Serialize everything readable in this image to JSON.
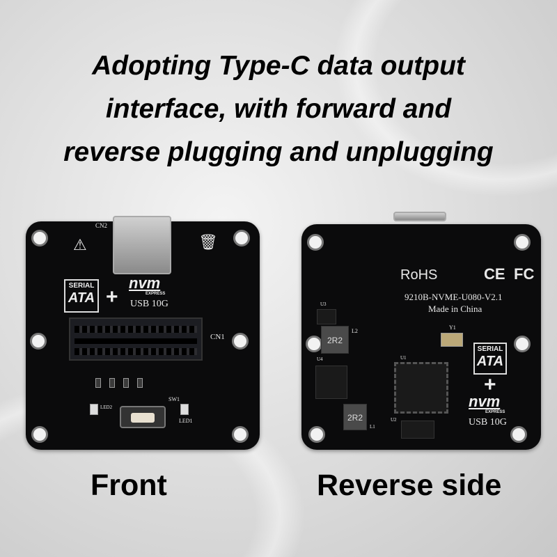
{
  "headline": {
    "lines": [
      "Adopting Type-C data output",
      "interface, with forward and",
      "reverse plugging and unplugging"
    ]
  },
  "front": {
    "caption": "Front",
    "labels": {
      "cn2": "CN2",
      "cn1": "CN1",
      "sw1": "SW1",
      "led1": "LED1",
      "led2": "LED2",
      "sata_top": "SERIAL",
      "sata_main": "ATA",
      "nvm": "nvm",
      "nvm_sub": "EXPRESS",
      "usb": "USB 10G",
      "plus": "+"
    }
  },
  "back": {
    "caption": "Reverse side",
    "labels": {
      "rohs": "RoHS",
      "ce": "CE",
      "fc": "FC",
      "model": "9210B-NVME-U080-V2.1",
      "made_in": "Made in China",
      "inductor": "2R2",
      "u1": "U1",
      "u2": "U2",
      "u3": "U3",
      "u4": "U4",
      "y1": "Y1",
      "l1": "L1",
      "l2": "L2",
      "sata_top": "SERIAL",
      "sata_main": "ATA",
      "nvm": "nvm",
      "nvm_sub": "EXPRESS",
      "usb": "USB 10G",
      "plus": "+"
    }
  },
  "colors": {
    "board": "#0b0b0c",
    "silkscreen": "#e8e8e8",
    "background": "#dcdcdc"
  }
}
